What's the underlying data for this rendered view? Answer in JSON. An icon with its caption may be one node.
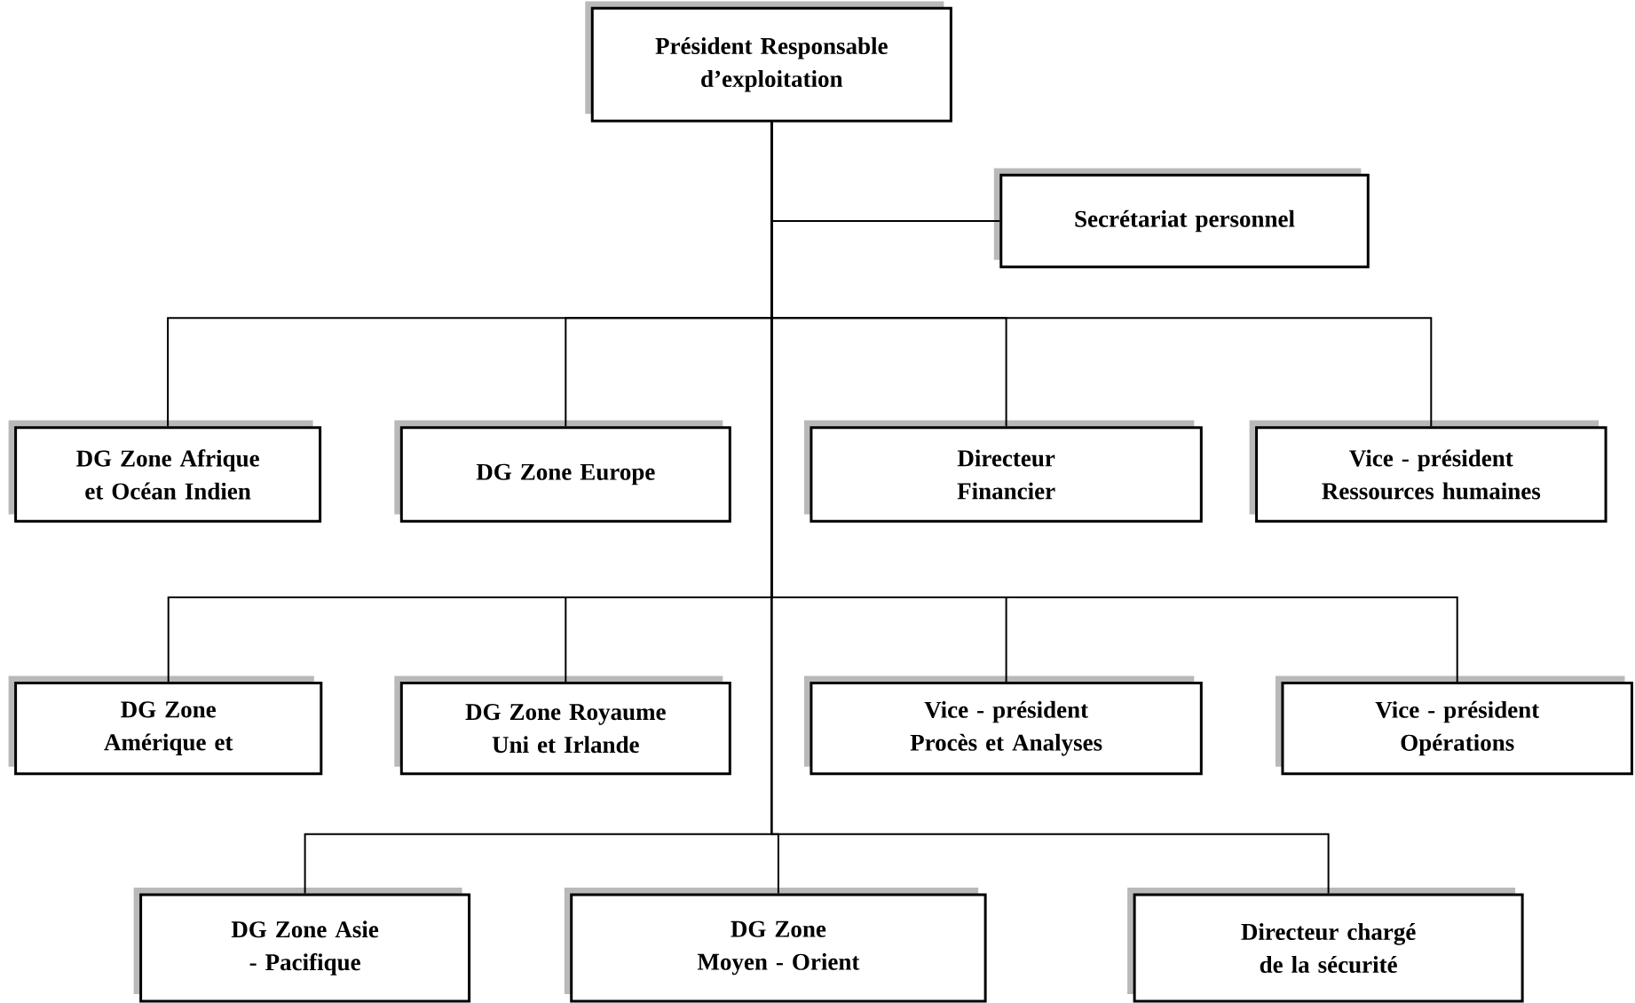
{
  "diagram": {
    "nodes": [
      {
        "text": [
          "Président Responsable d’exploitation"
        ]
      },
      {
        "text": [
          "Secrétariat personnel"
        ]
      },
      {
        "text": [
          "DG Zone Afrique et Océan Indien"
        ]
      },
      {
        "text": [
          "DG Zone Europe"
        ]
      },
      {
        "text": [
          "Directeur Financier"
        ]
      },
      {
        "text": [
          "Vice - président Ressources humaines"
        ]
      },
      {
        "text": [
          "DG Zone Amérique et"
        ]
      },
      {
        "text": [
          "DG Zone Royaume Uni et Irlande"
        ]
      },
      {
        "text": [
          "Vice - président Procès et Analyses"
        ]
      },
      {
        "text": [
          "Vice - président Opérations"
        ]
      },
      {
        "text": [
          "DG Zone Asie - Pacifique"
        ]
      },
      {
        "text": [
          "DG Zone Moyen - Orient"
        ]
      },
      {
        "text": [
          "Directeur chargé de la sécurité"
        ]
      }
    ],
    "edges": [
      {
        "from": 0,
        "to": 1,
        "arrow": "none"
      },
      {
        "from": 0,
        "to": 2,
        "arrow": "none"
      },
      {
        "from": 0,
        "to": 3,
        "arrow": "none"
      },
      {
        "from": 0,
        "to": 4,
        "arrow": "none"
      },
      {
        "from": 0,
        "to": 5,
        "arrow": "none"
      },
      {
        "from": 0,
        "to": 6,
        "arrow": "none"
      },
      {
        "from": 0,
        "to": 7,
        "arrow": "none"
      },
      {
        "from": 0,
        "to": 8,
        "arrow": "none"
      },
      {
        "from": 0,
        "to": 9,
        "arrow": "none"
      },
      {
        "from": 0,
        "to": 10,
        "arrow": "none"
      },
      {
        "from": 0,
        "to": 11,
        "arrow": "none"
      },
      {
        "from": 0,
        "to": 12,
        "arrow": "none"
      }
    ]
  }
}
